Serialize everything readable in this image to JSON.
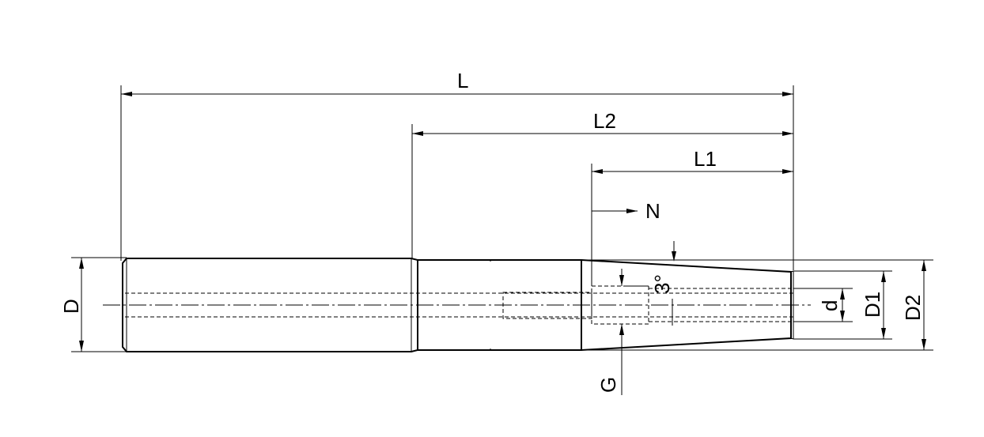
{
  "labels": {
    "L": "L",
    "L2": "L2",
    "L1": "L1",
    "N": "N",
    "D": "D",
    "d": "d",
    "D1": "D1",
    "D2": "D2",
    "G": "G",
    "angle": "3°"
  }
}
